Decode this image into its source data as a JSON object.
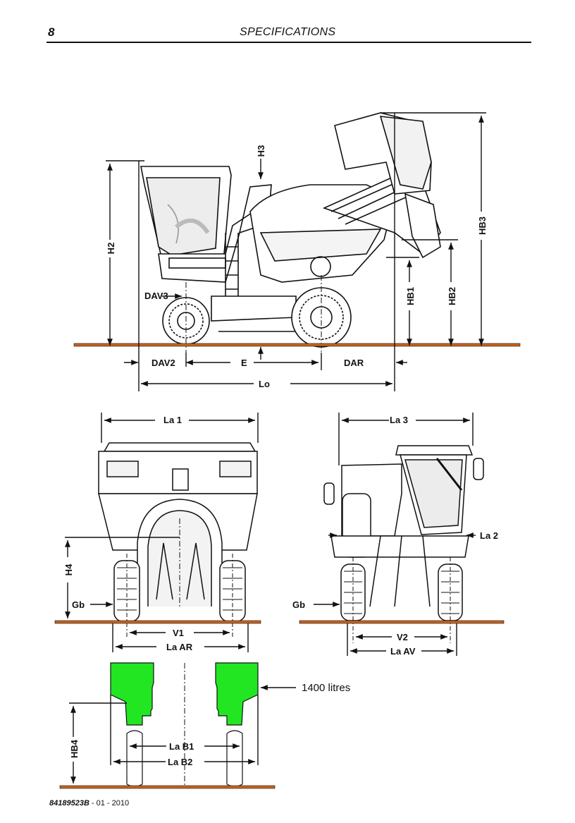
{
  "header": {
    "page_number": "8",
    "title": "SPECIFICATIONS"
  },
  "labels": {
    "h2": "H2",
    "h3": "H3",
    "hb1": "HB1",
    "hb2": "HB2",
    "hb3": "HB3",
    "dav3": "DAV3",
    "dav2": "DAV2",
    "e": "E",
    "dar": "DAR",
    "lo": "Lo",
    "la1": "La 1",
    "la3": "La 3",
    "la2": "La 2",
    "h4": "H4",
    "gb_rear": "Gb",
    "gb_front": "Gb",
    "v1": "V1",
    "la_ar": "La AR",
    "v2": "V2",
    "la_av": "La AV",
    "tank_capacity": "1400 litres",
    "hb4": "HB4",
    "lab1": "La B1",
    "lab2": "La B2"
  },
  "footer": {
    "doc_number": "84189523B",
    "date_suffix": " - 01 - 2010"
  },
  "colors": {
    "ground": "#c8641e",
    "tank": "#22e622",
    "line": "#111111"
  },
  "icons": {
    "arrow": "arrow-icon",
    "harvester_side": "harvester-side-view",
    "harvester_rear": "harvester-rear-view",
    "harvester_front": "harvester-front-view",
    "hopper": "hopper-bin"
  }
}
